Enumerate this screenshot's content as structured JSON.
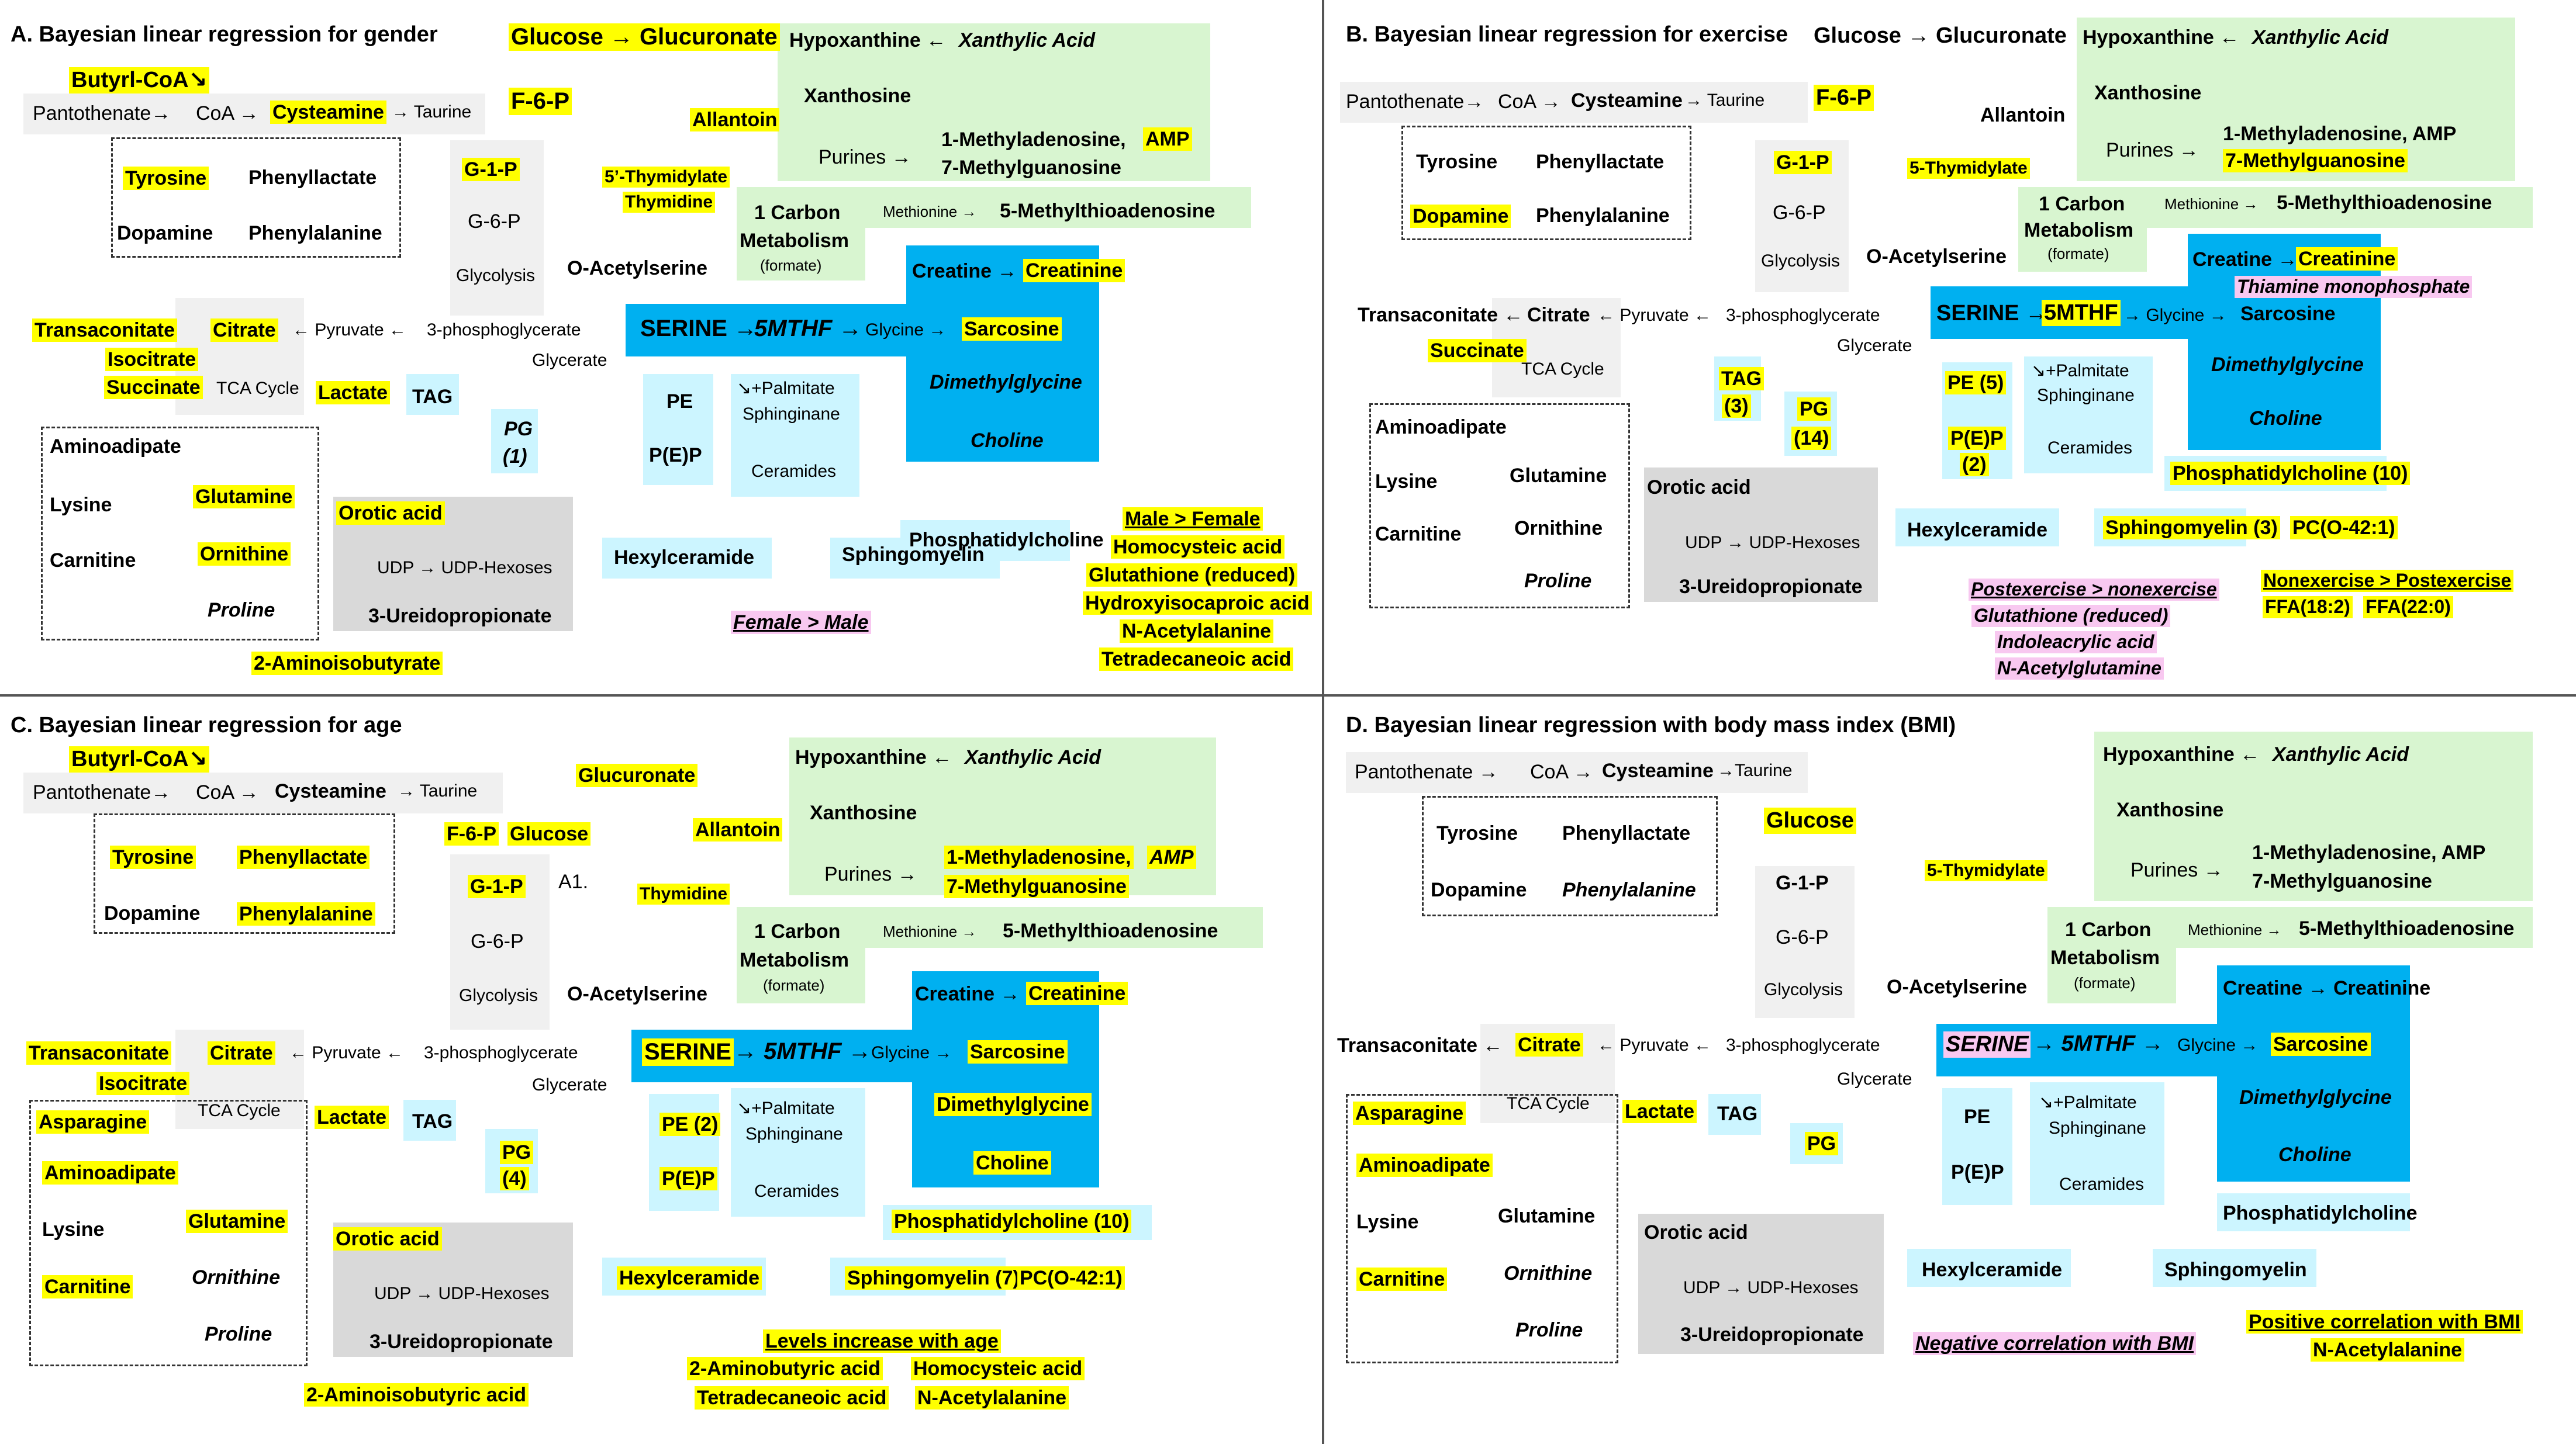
{
  "panels": [
    {
      "title": "A. Bayesian linear regression for gender",
      "glucose": "Glucose → Glucuronate",
      "butyryl": "Butyrl-CoA↘",
      "pantothenate": "Pantothenate→",
      "coa": "CoA →",
      "cysteamine": "Cysteamine",
      "taurine": "→ Taurine",
      "f6p": "F-6-P",
      "allantoin": "Allantoin",
      "g1p": "G-1-P",
      "g6p": "G-6-P",
      "glycolysis": "Glycolysis",
      "tyrosine": "Tyrosine",
      "dopamine": "Dopamine",
      "phenyllactate": "Phenyllactate",
      "phenylalanine": "Phenylalanine",
      "hypoxanthine": "Hypoxanthine ←",
      "xanthylic": "Xanthylic Acid",
      "xanthosine": "Xanthosine",
      "purines": "Purines →",
      "methyladenosine": "1-Methyladenosine,",
      "amp": "AMP",
      "methylguanosine": "7-Methylguanosine",
      "thymidylate": "5’-Thymidylate",
      "thymidine": "Thymidine",
      "onecarbon": "1 Carbon",
      "metabolism": "Metabolism",
      "formate": "(formate)",
      "methionine": "Methionine →",
      "mta": "5-Methylthioadenosine",
      "oacetylserine": "O-Acetylserine",
      "creatine": "Creatine →",
      "creatinine": "Creatinine",
      "transaconitate": "Transaconitate",
      "citrate": "Citrate",
      "pyruvate": "← Pyruvate ←",
      "phosphoglycerate": "3-phosphoglycerate",
      "serine": "SERINE →",
      "mthf": "5MTHF →",
      "glycine": "Glycine →",
      "sarcosine": "Sarcosine",
      "isocitrate": "Isocitrate",
      "succinate": "Succinate",
      "tca": "TCA Cycle",
      "lactate": "Lactate",
      "glycerate": "Glycerate",
      "tag": "TAG",
      "pg": "PG",
      "pgn": "(1)",
      "pe": "PE",
      "pep": "P(E)P",
      "palmitate": "↘+Palmitate",
      "sphinginane": "Sphinginane",
      "ceramides": "Ceramides",
      "dimethylglycine": "Dimethylglycine",
      "choline": "Choline",
      "aminoadipate": "Aminoadipate",
      "lysine": "Lysine",
      "carnitine": "Carnitine",
      "glutamine": "Glutamine",
      "ornithine": "Ornithine",
      "proline": "Proline",
      "orotic": "Orotic acid",
      "udp": "UDP → UDP-Hexoses",
      "ureido": "3-Ureidopropionate",
      "hexylceramide": "Hexylceramide",
      "sphingomyelin": "Sphingomyelin",
      "pc": "Phosphatidylcholine",
      "aminoisobutyrate": "2-Aminoisobutyrate",
      "legend_pink": "Female > Male",
      "legend_yellow": [
        "Male > Female",
        "Homocysteic acid",
        "Glutathione (reduced)",
        "Hydroxyisocaproic acid",
        "N-Acetylalanine",
        "Tetradecaneoic acid"
      ]
    },
    {
      "title": "B. Bayesian linear regression for exercise",
      "glucose": "Glucose → Glucuronate",
      "pantothenate": "Pantothenate→",
      "coa": "CoA →",
      "cysteamine": "Cysteamine",
      "taurine": "→ Taurine",
      "f6p": "F-6-P",
      "allantoin": "Allantoin",
      "g1p": "G-1-P",
      "g6p": "G-6-P",
      "glycolysis": "Glycolysis",
      "tyrosine": "Tyrosine",
      "dopamine": "Dopamine",
      "phenyllactate": "Phenyllactate",
      "phenylalanine": "Phenylalanine",
      "hypoxanthine": "Hypoxanthine ←",
      "xanthylic": "Xanthylic Acid",
      "xanthosine": "Xanthosine",
      "purines": "Purines →",
      "methyladenosine": "1-Methyladenosine, AMP",
      "methylguanosine": "7-Methylguanosine",
      "thymidylate": "5-Thymidylate",
      "onecarbon": "1 Carbon",
      "metabolism": "Metabolism",
      "formate": "(formate)",
      "methionine": "Methionine →",
      "mta": "5-Methylthioadenosine",
      "oacetylserine": "O-Acetylserine",
      "creatine": "Creatine →",
      "creatinine": "Creatinine",
      "thiamine": "Thiamine monophosphate",
      "transaconitate": "Transaconitate ←",
      "citrate": "Citrate",
      "pyruvate": "← Pyruvate ←",
      "phosphoglycerate": "3-phosphoglycerate",
      "serine": "SERINE →",
      "mthf": "5MTHF",
      "glycine": "→ Glycine →",
      "sarcosine": "Sarcosine",
      "succinate": "Succinate",
      "tca": "TCA Cycle",
      "glycerate": "Glycerate",
      "tag": "TAG",
      "tagn": "(3)",
      "pg": "PG",
      "pgn": "(14)",
      "pe": "PE (5)",
      "pep": "P(E)P",
      "pepn": "(2)",
      "palmitate": "↘+Palmitate",
      "sphinginane": "Sphinginane",
      "ceramides": "Ceramides",
      "dimethylglycine": "Dimethylglycine",
      "choline": "Choline",
      "aminoadipate": "Aminoadipate",
      "lysine": "Lysine",
      "carnitine": "Carnitine",
      "glutamine": "Glutamine",
      "ornithine": "Ornithine",
      "proline": "Proline",
      "orotic": "Orotic acid",
      "udp": "UDP → UDP-Hexoses",
      "ureido": "3-Ureidopropionate",
      "hexylceramide": "Hexylceramide",
      "sphingomyelin": "Sphingomyelin (3)",
      "pc": "Phosphatidylcholine (10)",
      "pco": "PC(O-42:1)",
      "legend_pink": [
        "Postexercise > nonexercise",
        "Glutathione (reduced)",
        "Indoleacrylic acid",
        "N-Acetylglutamine"
      ],
      "legend_yellow": [
        "Nonexercise > Postexercise",
        "FFA(18:2)",
        "FFA(22:0)"
      ]
    },
    {
      "title": "C. Bayesian linear regression for age",
      "glucuronate": "Glucuronate",
      "f6p": "F-6-P",
      "glucose": "Glucose",
      "butyryl": "Butyrl-CoA↘",
      "pantothenate": "Pantothenate→",
      "coa": "CoA →",
      "cysteamine": "Cysteamine",
      "taurine": "→ Taurine",
      "allantoin": "Allantoin",
      "g1p": "G-1-P",
      "a1": "A1.",
      "g6p": "G-6-P",
      "glycolysis": "Glycolysis",
      "tyrosine": "Tyrosine",
      "dopamine": "Dopamine",
      "phenyllactate": "Phenyllactate",
      "phenylalanine": "Phenylalanine",
      "hypoxanthine": "Hypoxanthine ←",
      "xanthylic": "Xanthylic Acid",
      "xanthosine": "Xanthosine",
      "purines": "Purines →",
      "methyladenosine": "1-Methyladenosine,",
      "amp": "AMP",
      "methylguanosine": "7-Methylguanosine",
      "thymidine": "Thymidine",
      "onecarbon": "1 Carbon",
      "metabolism": "Metabolism",
      "formate": "(formate)",
      "methionine": "Methionine →",
      "mta": "5-Methylthioadenosine",
      "oacetylserine": "O-Acetylserine",
      "creatine": "Creatine →",
      "creatinine": "Creatinine",
      "transaconitate": "Transaconitate",
      "citrate": "Citrate",
      "pyruvate": "← Pyruvate ←",
      "phosphoglycerate": "3-phosphoglycerate",
      "serine": "SERINE",
      "mthf": "→ 5MTHF →",
      "glycine": "Glycine →",
      "sarcosine": "Sarcosine",
      "isocitrate": "Isocitrate",
      "asparagine": "Asparagine",
      "tca": "TCA Cycle",
      "lactate": "Lactate",
      "glycerate": "Glycerate",
      "tag": "TAG",
      "pg": "PG",
      "pgn": "(4)",
      "pe": "PE (2)",
      "pep": "P(E)P",
      "palmitate": "↘+Palmitate",
      "sphinginane": "Sphinginane",
      "ceramides": "Ceramides",
      "dimethylglycine": "Dimethylglycine",
      "choline": "Choline",
      "aminoadipate": "Aminoadipate",
      "lysine": "Lysine",
      "carnitine": "Carnitine",
      "glutamine": "Glutamine",
      "ornithine": "Ornithine",
      "proline": "Proline",
      "orotic": "Orotic acid",
      "udp": "UDP → UDP-Hexoses",
      "ureido": "3-Ureidopropionate",
      "hexylceramide": "Hexylceramide",
      "sphingomyelin": "Sphingomyelin (7)",
      "pc": "Phosphatidylcholine (10)",
      "pco": "PC(O-42:1)",
      "aminoisobutyric": "2-Aminoisobutyric acid",
      "legend_title": "Levels increase with age",
      "legend_items": [
        "2-Aminobutyric acid",
        "Homocysteic acid",
        "Tetradecaneoic acid",
        "N-Acetylalanine"
      ]
    },
    {
      "title": "D. Bayesian linear regression with body mass index (BMI)",
      "pantothenate": "Pantothenate →",
      "coa": "CoA →",
      "cysteamine": "Cysteamine",
      "taurine": "→Taurine",
      "glucose": "Glucose",
      "g1p": "G-1-P",
      "g6p": "G-6-P",
      "glycolysis": "Glycolysis",
      "tyrosine": "Tyrosine",
      "dopamine": "Dopamine",
      "phenyllactate": "Phenyllactate",
      "phenylalanine": "Phenylalanine",
      "hypoxanthine": "Hypoxanthine ←",
      "xanthylic": "Xanthylic Acid",
      "xanthosine": "Xanthosine",
      "purines": "Purines →",
      "methyladenosine": "1-Methyladenosine, AMP",
      "methylguanosine": "7-Methylguanosine",
      "thymidylate": "5-Thymidylate",
      "onecarbon": "1 Carbon",
      "metabolism": "Metabolism",
      "formate": "(formate)",
      "methionine": "Methionine →",
      "mta": "5-Methylthioadenosine",
      "oacetylserine": "O-Acetylserine",
      "creatine": "Creatine → Creatinine",
      "transaconitate": "Transaconitate ←",
      "citrate": "Citrate",
      "pyruvate": "← Pyruvate ←",
      "phosphoglycerate": "3-phosphoglycerate",
      "serine": "SERINE",
      "mthf": "→ 5MTHF →",
      "glycine": "Glycine →",
      "sarcosine": "Sarcosine",
      "asparagine": "Asparagine",
      "tca": "TCA Cycle",
      "lactate": "Lactate",
      "glycerate": "Glycerate",
      "tag": "TAG",
      "pg": "PG",
      "pe": "PE",
      "pep": "P(E)P",
      "palmitate": "↘+Palmitate",
      "sphinginane": "Sphinginane",
      "ceramides": "Ceramides",
      "dimethylglycine": "Dimethylglycine",
      "choline": "Choline",
      "aminoadipate": "Aminoadipate",
      "lysine": "Lysine",
      "carnitine": "Carnitine",
      "glutamine": "Glutamine",
      "ornithine": "Ornithine",
      "proline": "Proline",
      "orotic": "Orotic acid",
      "udp": "UDP → UDP-Hexoses",
      "ureido": "3-Ureidopropionate",
      "hexylceramide": "Hexylceramide",
      "sphingomyelin": "Sphingomyelin",
      "pc": "Phosphatidylcholine",
      "legend_pink": "Negative correlation with BMI",
      "legend_yellow": [
        "Positive correlation with BMI",
        "N-Acetylalanine"
      ]
    }
  ],
  "colors": {
    "highlight": "#ffff00",
    "pink": "#f8c8f0",
    "serine_blue": "#00b0f0",
    "light_blue": "#ccf5ff",
    "green": "#d8f5d0",
    "grey": "#f0f0f0",
    "dark_grey": "#d9d9d9"
  }
}
